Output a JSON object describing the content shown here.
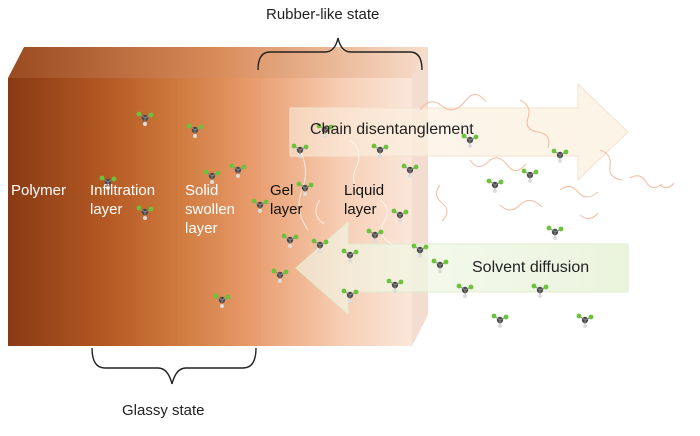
{
  "diagram": {
    "top_label": "Rubber-like state",
    "bottom_label": "Glassy state",
    "layers": [
      {
        "id": "polymer",
        "label": "Polymer"
      },
      {
        "id": "infiltration",
        "label": "Infiltration\nlayer"
      },
      {
        "id": "solid-swollen",
        "label": "Solid\nswollen\nlayer"
      },
      {
        "id": "gel",
        "label": "Gel\nlayer"
      },
      {
        "id": "liquid",
        "label": "Liquid\nlayer"
      }
    ],
    "arrows": {
      "chain": "Chain disentanglement",
      "solvent": "Solvent diffusion"
    }
  }
}
